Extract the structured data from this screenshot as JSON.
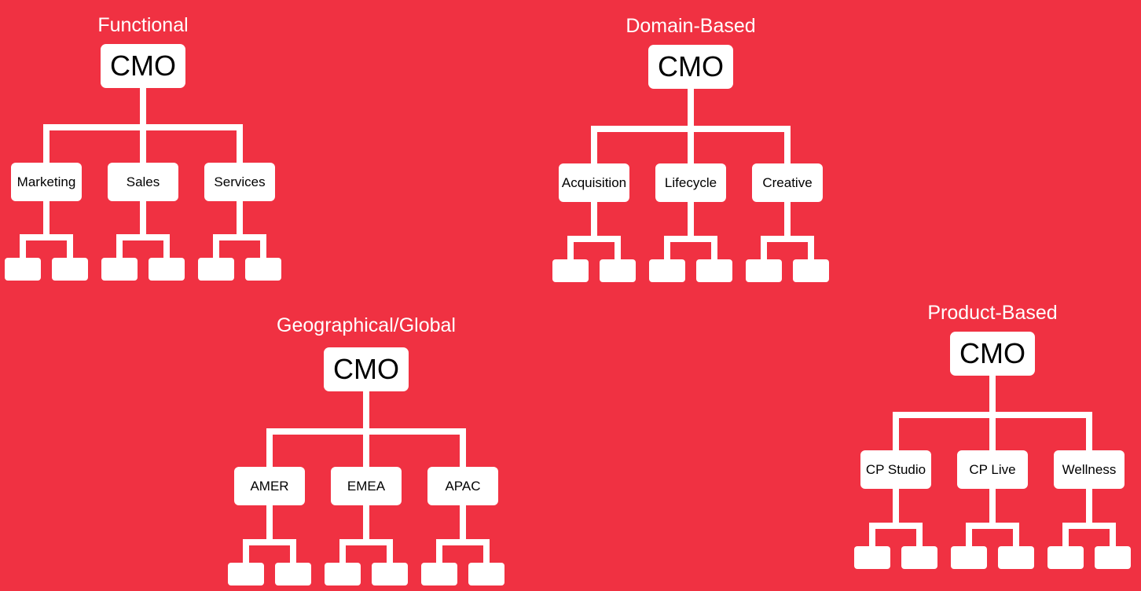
{
  "colors": {
    "background": "#f03142",
    "node": "#ffffff",
    "text": "#000000"
  },
  "charts": [
    {
      "id": "functional",
      "title": "Functional",
      "root": "CMO",
      "children": [
        "Marketing",
        "Sales",
        "Services"
      ],
      "leaves_per_child": 2
    },
    {
      "id": "domain",
      "title": "Domain-Based",
      "root": "CMO",
      "children": [
        "Acquisition",
        "Lifecycle",
        "Creative"
      ],
      "leaves_per_child": 2
    },
    {
      "id": "geo",
      "title": "Geographical/Global",
      "root": "CMO",
      "children": [
        "AMER",
        "EMEA",
        "APAC"
      ],
      "leaves_per_child": 2
    },
    {
      "id": "product",
      "title": "Product-Based",
      "root": "CMO",
      "children": [
        "CP Studio",
        "CP Live",
        "Wellness"
      ],
      "leaves_per_child": 2
    }
  ]
}
